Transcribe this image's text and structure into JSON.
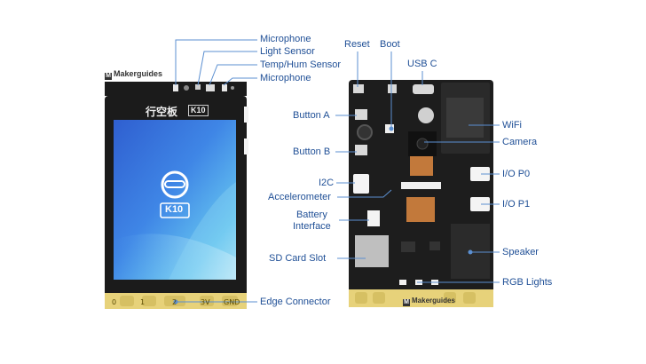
{
  "brand": "Makerguides",
  "board_name_cn": "行空板",
  "board_badge": "K10",
  "screen_badge": "K10",
  "edge_numbers": [
    "0",
    "1",
    "2",
    "3V",
    "GND"
  ],
  "labels": {
    "microphone_top": "Microphone",
    "light_sensor": "Light Sensor",
    "temp_hum_sensor": "Temp/Hum Sensor",
    "microphone_2": "Microphone",
    "edge_connector": "Edge Connector",
    "reset": "Reset",
    "boot": "Boot",
    "usb_c": "USB C",
    "button_a": "Button A",
    "button_b": "Button B",
    "i2c": "I2C",
    "accelerometer": "Accelerometer",
    "battery_interface": "Battery\nInterface",
    "sd_card_slot": "SD Card Slot",
    "wifi": "WiFi",
    "camera": "Camera",
    "io_p0": "I/O P0",
    "io_p1": "I/O P1",
    "speaker": "Speaker",
    "rgb_lights": "RGB Lights"
  },
  "colors": {
    "label_text": "#1f4f96",
    "leader_line": "#5b8fd1",
    "board": "#1b1b1b",
    "edge_gold": "#e7d27a",
    "screen_top": "#3a6fd8",
    "screen_bottom": "#6fd4f0"
  }
}
